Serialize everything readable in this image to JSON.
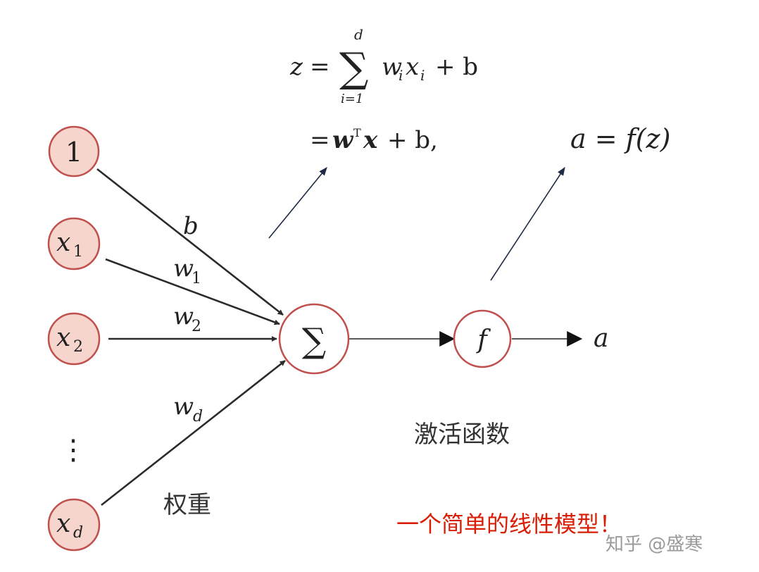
{
  "colors": {
    "node_fill": "#f6d6cc",
    "node_stroke": "#c0504d",
    "edge": "#2b2b2b",
    "pointer_arrow": "#1f2a44",
    "caption_red": "#d81e06",
    "watermark": "#9a9a9a"
  },
  "formula": {
    "z": "z",
    "eq": "=",
    "sum": "∑",
    "upper": "d",
    "lower": "i=1",
    "w": "w",
    "i1": "i",
    "x": "x",
    "i2": "i",
    "plus_b": "+ b",
    "eq2": "=",
    "wbold": "w",
    "T": "T",
    "xbold": "x",
    "plus_b2": "+ b,"
  },
  "activation_formula": "a = f(z)",
  "inputs": [
    {
      "main": "1",
      "sub": ""
    },
    {
      "main": "x",
      "sub": "1"
    },
    {
      "main": "x",
      "sub": "2"
    },
    {
      "main": "x",
      "sub": "d"
    }
  ],
  "ellipsis": "⋮",
  "weights": {
    "b": "b",
    "w1": {
      "main": "w",
      "sub": "1"
    },
    "w2": {
      "main": "w",
      "sub": "2"
    },
    "wd": {
      "main": "w",
      "sub": "d"
    }
  },
  "sum_node": "∑",
  "activation_node": "f",
  "output": "a",
  "labels": {
    "weights": "权重",
    "activation_function": "激活函数",
    "caption": "一个简单的线性模型！",
    "watermark": "知乎 @盛寒"
  }
}
